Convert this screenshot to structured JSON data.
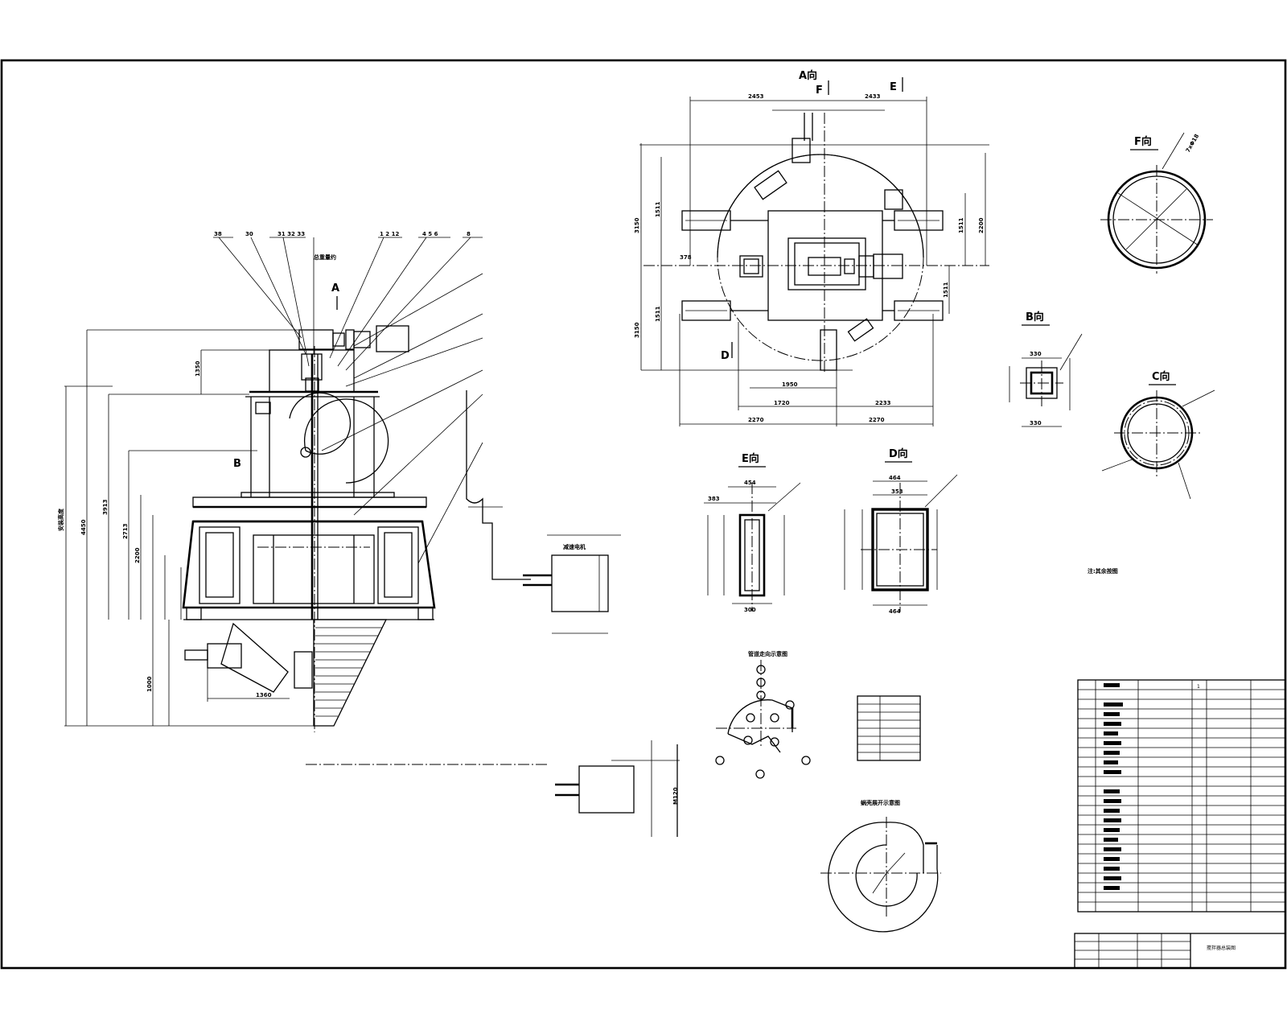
{
  "views": {
    "view_a": "A向",
    "view_b": "B向",
    "view_d": "D向",
    "view_e": "E向",
    "view_f": "F向",
    "view_c": "C向",
    "mark_a": "A",
    "mark_b": "B",
    "mark_d": "D",
    "mark_e": "E",
    "mark_f": "F"
  },
  "dimensions": {
    "d3150": "3150",
    "d1511": "1511",
    "d2713": "2713",
    "d1350": "1350",
    "d4450": "4450",
    "d3913": "3913",
    "d2200": "2200",
    "d1000": "1000"
  },
  "notes": {
    "flange_label": "M120"
  },
  "title_block": {
    "qty_col": "1"
  }
}
